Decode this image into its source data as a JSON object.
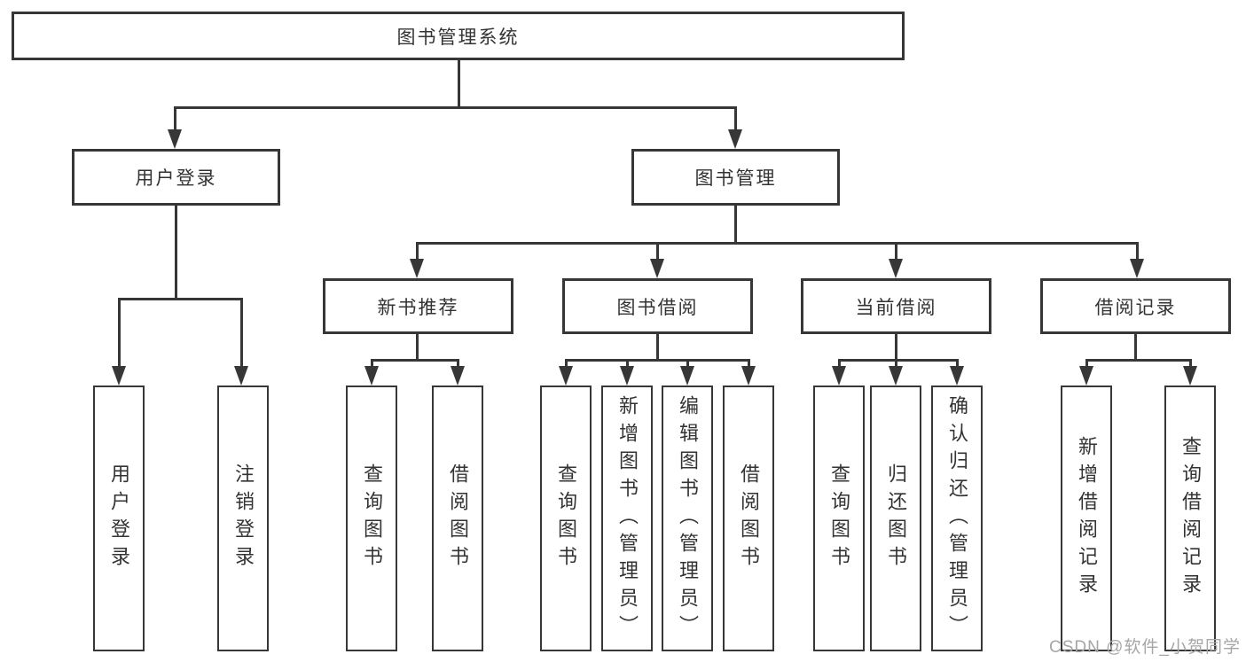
{
  "diagram": {
    "root": "图书管理系统",
    "level2": {
      "user_login": "用户登录",
      "book_mgmt": "图书管理"
    },
    "level3": {
      "new_books": "新书推荐",
      "book_borrow": "图书借阅",
      "current_borrow": "当前借阅",
      "borrow_records": "借阅记录"
    },
    "leaves": {
      "user_login": [
        "用户登录",
        "注销登录"
      ],
      "new_books": [
        "查询图书",
        "借阅图书"
      ],
      "book_borrow": [
        "查询图书",
        "新增图书（管理员）",
        "编辑图书（管理员）",
        "借阅图书"
      ],
      "current_borrow": [
        "查询图书",
        "归还图书",
        "确认归还（管理员）"
      ],
      "borrow_records": [
        "新增借阅记录",
        "查询借阅记录"
      ]
    }
  },
  "watermark": {
    "text": "CSDN @软件_小贺同学"
  },
  "colors": {
    "line": "#373737",
    "text": "#333333",
    "watermark": "#a6a6a6",
    "background": "#ffffff"
  }
}
